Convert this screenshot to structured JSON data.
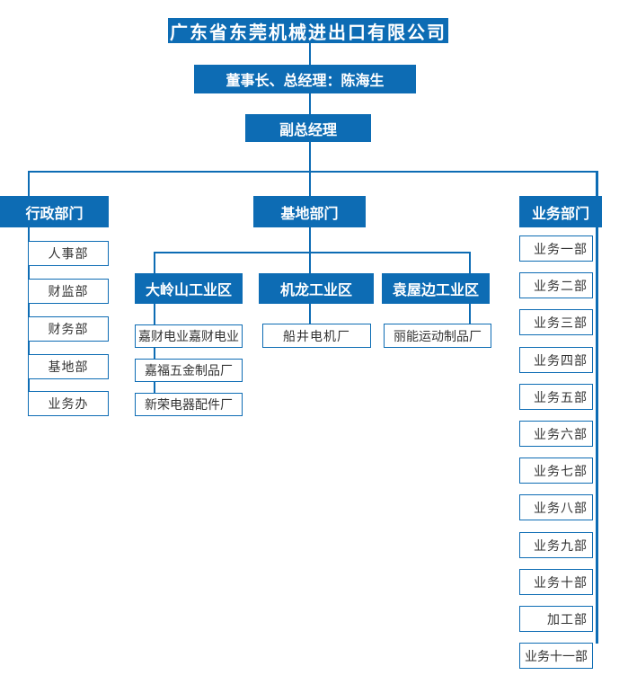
{
  "org_chart": {
    "root": {
      "label": "广东省东莞机械进出口有限公司"
    },
    "leaders": [
      {
        "label": "董事长、总经理：陈海生"
      },
      {
        "label": "副总经理"
      }
    ],
    "admin_department": {
      "label": "行政部门",
      "units": [
        "人事部",
        "财监部",
        "财务部",
        "基地部",
        "业务办"
      ]
    },
    "base_department": {
      "label": "基地部门",
      "zones": [
        {
          "label": "大岭山工业区",
          "factories": [
            "嘉财电业嘉财电业",
            "嘉福五金制品厂",
            "新荣电器配件厂"
          ]
        },
        {
          "label": "机龙工业区",
          "factories": [
            "船井电机厂"
          ]
        },
        {
          "label": "袁屋边工业区",
          "factories": [
            "丽能运动制品厂"
          ]
        }
      ]
    },
    "business_department": {
      "label": "业务部门",
      "units": [
        "业务一部",
        "业务二部",
        "业务三部",
        "业务四部",
        "业务五部",
        "业务六部",
        "业务七部",
        "业务八部",
        "业务九部",
        "业务十部",
        "加工部",
        "业务十一部"
      ]
    },
    "colors": {
      "node_blue": "#0d6cb4",
      "connector_blue": "#0d6cb4",
      "leaf_text": "#333333",
      "leaf_background": "#ffffff",
      "page_background": "#ffffff"
    }
  }
}
